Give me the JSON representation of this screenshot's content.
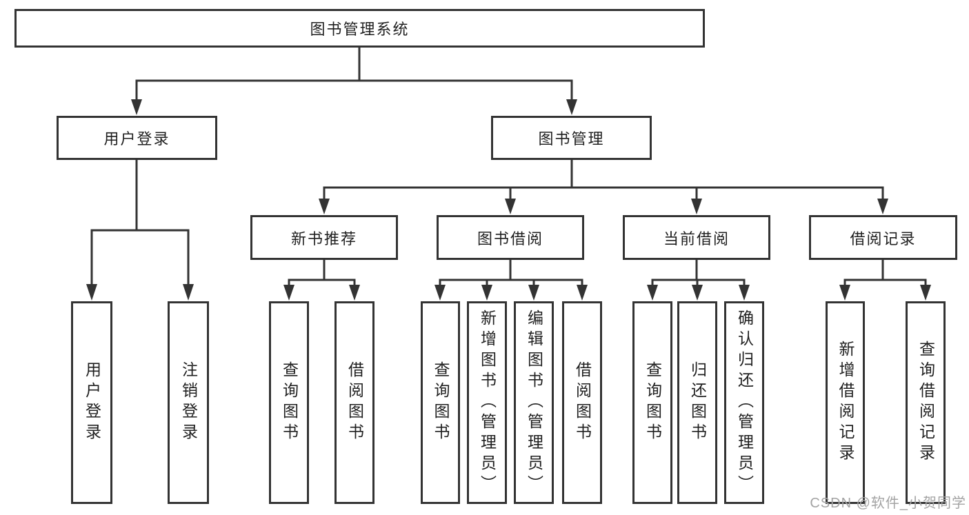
{
  "tree": {
    "label": "图书管理系统",
    "children": [
      {
        "label": "用户登录",
        "children": [
          {
            "label": "用户登录"
          },
          {
            "label": "注销登录"
          }
        ]
      },
      {
        "label": "图书管理",
        "children": [
          {
            "label": "新书推荐",
            "children": [
              {
                "label": "查询图书"
              },
              {
                "label": "借阅图书"
              }
            ]
          },
          {
            "label": "图书借阅",
            "children": [
              {
                "label": "查询图书"
              },
              {
                "label": "新增图书（管理员）"
              },
              {
                "label": "编辑图书（管理员）"
              },
              {
                "label": "借阅图书"
              }
            ]
          },
          {
            "label": "当前借阅",
            "children": [
              {
                "label": "查询图书"
              },
              {
                "label": "归还图书"
              },
              {
                "label": "确认归还（管理员）"
              }
            ]
          },
          {
            "label": "借阅记录",
            "children": [
              {
                "label": "新增借阅记录"
              },
              {
                "label": "查询借阅记录"
              }
            ]
          }
        ]
      }
    ]
  },
  "watermark": "CSDN @软件_小贺同学",
  "colors": {
    "line": "#333333",
    "box-border": "#333333",
    "text": "#1f1f1f",
    "watermark-color": "#a3a3a3",
    "background": "#ffffff"
  }
}
